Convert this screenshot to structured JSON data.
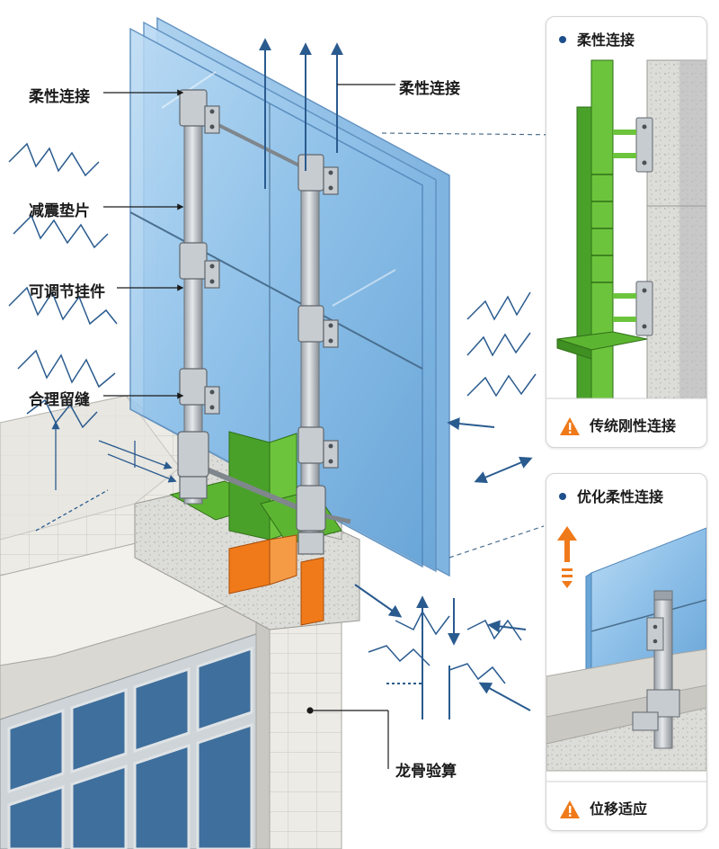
{
  "labels": {
    "flexible_connection_left": "柔性连接",
    "shock_pad": "减震垫片",
    "adjustable_hanger": "可调节挂件",
    "reasonable_gap": "合理留缝",
    "flexible_connection_top": "柔性连接",
    "keel_checking": "龙骨验算"
  },
  "panels": {
    "top": {
      "title": "柔性连接",
      "footer": "传统刚性连接"
    },
    "bottom": {
      "title": "优化柔性连接",
      "footer": "位移适应"
    }
  },
  "icons": [
    "bullet-dot",
    "warning-icon",
    "up-down-arrow-icon"
  ],
  "colors": {
    "glass": "#8fc0e8",
    "steel_green": "#5cb531",
    "orange": "#f07a1a",
    "arrow_blue": "#2a5b8f",
    "concrete": "#e4e4e0"
  }
}
